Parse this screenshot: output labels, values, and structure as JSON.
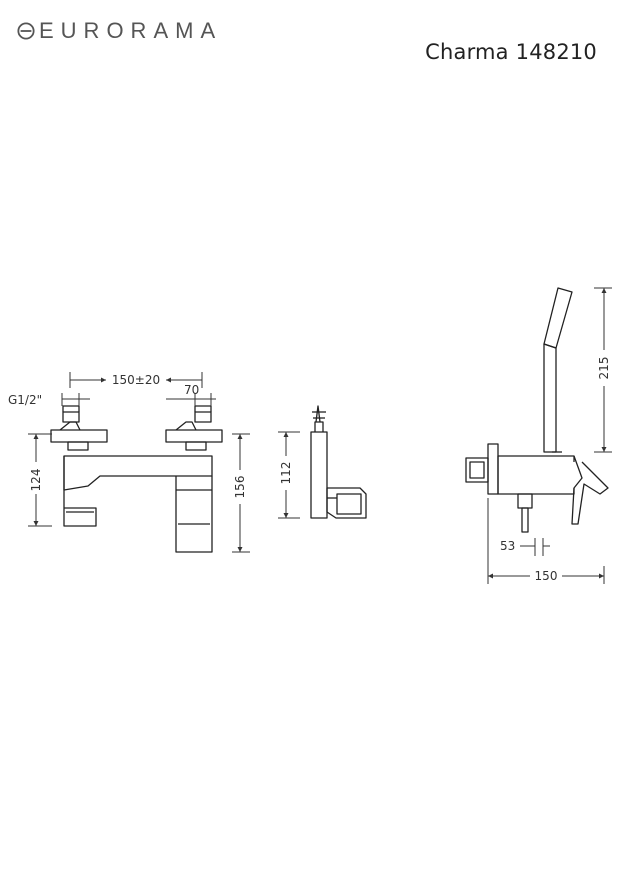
{
  "brand": {
    "name": "EURORAMA"
  },
  "title": "Charma 148210",
  "dimensions": {
    "centers": "150±20",
    "connection": "G1/2\"",
    "handle_width": "70",
    "spout_height": "124",
    "overall_height": "156",
    "side_height": "112",
    "hand_shower_height": "215",
    "outlet_offset": "53",
    "side_depth": "150"
  }
}
